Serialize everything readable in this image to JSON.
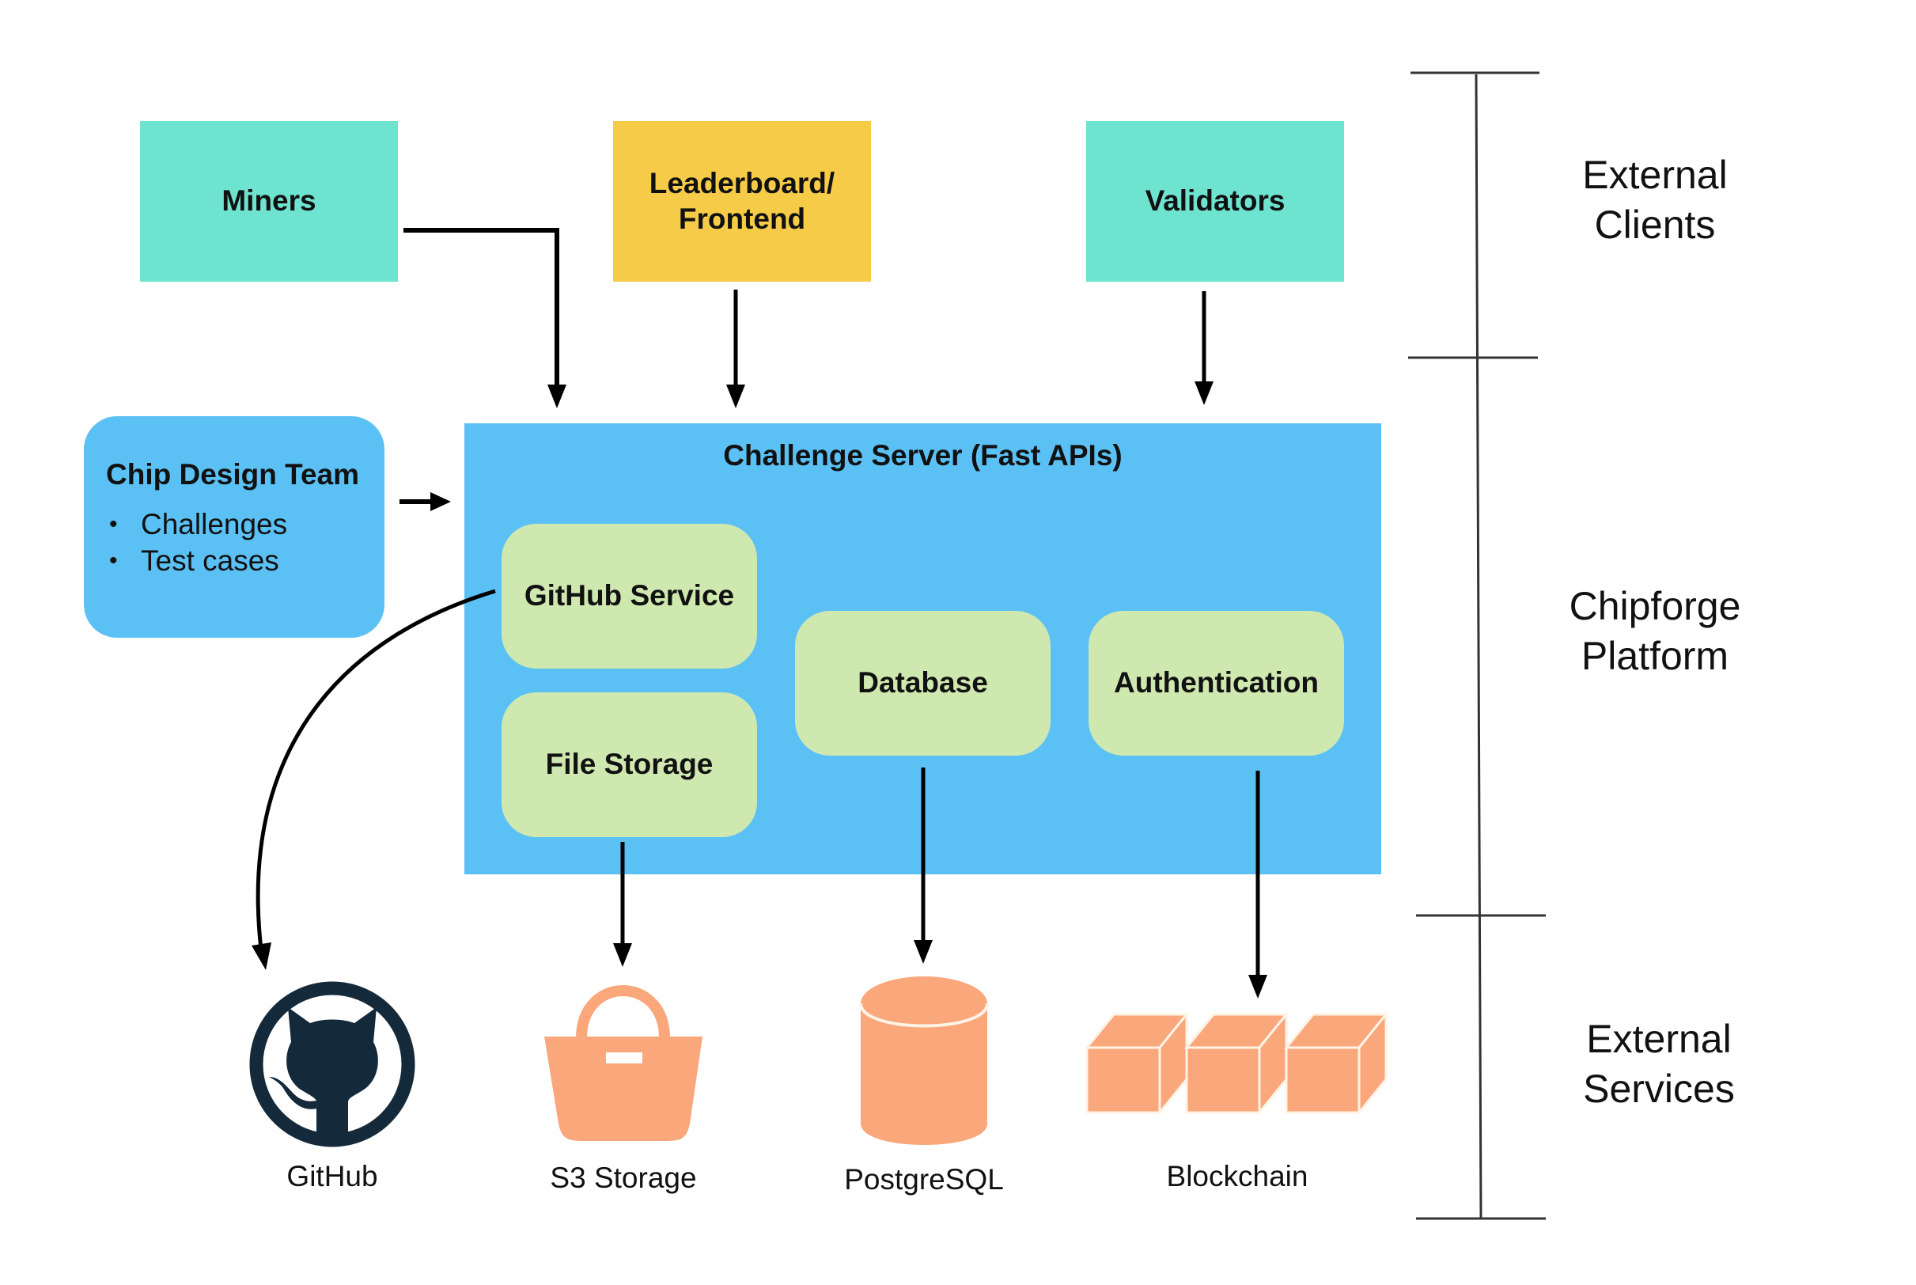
{
  "diagram": {
    "external_clients": [
      {
        "label": "Miners",
        "color": "#6ee4d0"
      },
      {
        "label": "Leaderboard/ Frontend",
        "line1": "Leaderboard/",
        "line2": "Frontend",
        "color": "#f5cb47"
      },
      {
        "label": "Validators",
        "color": "#6ee4d0"
      }
    ],
    "chip_design_team": {
      "title": "Chip Design Team",
      "items": [
        "Challenges",
        "Test cases"
      ],
      "color": "#5bc1f5"
    },
    "challenge_server": {
      "title": "Challenge Server (Fast APIs)",
      "color": "#5bc1f5",
      "services": [
        {
          "label": "GitHub Service"
        },
        {
          "label": "File Storage"
        },
        {
          "label": "Database"
        },
        {
          "label": "Authentication"
        }
      ],
      "service_color": "#cfe8b0"
    },
    "external_services": [
      {
        "label": "GitHub",
        "icon": "github-octocat-icon",
        "color": "#14293a"
      },
      {
        "label": "S3 Storage",
        "icon": "storage-bag-icon",
        "color": "#f9a77b"
      },
      {
        "label": "PostgreSQL",
        "icon": "database-cylinder-icon",
        "color": "#f9a77b"
      },
      {
        "label": "Blockchain",
        "icon": "blockchain-blocks-icon",
        "color": "#f9a77b"
      }
    ],
    "tiers": [
      {
        "line1": "External",
        "line2": "Clients"
      },
      {
        "line1": "Chipforge",
        "line2": "Platform"
      },
      {
        "line1": "External",
        "line2": "Services"
      }
    ],
    "connections": [
      {
        "from": "Miners",
        "to": "Challenge Server (Fast APIs)"
      },
      {
        "from": "Leaderboard/ Frontend",
        "to": "Challenge Server (Fast APIs)"
      },
      {
        "from": "Validators",
        "to": "Challenge Server (Fast APIs)"
      },
      {
        "from": "Chip Design Team",
        "to": "Challenge Server (Fast APIs)"
      },
      {
        "from": "GitHub Service",
        "to": "GitHub"
      },
      {
        "from": "File Storage",
        "to": "S3 Storage"
      },
      {
        "from": "Database",
        "to": "PostgreSQL"
      },
      {
        "from": "Authentication",
        "to": "Blockchain"
      }
    ]
  }
}
